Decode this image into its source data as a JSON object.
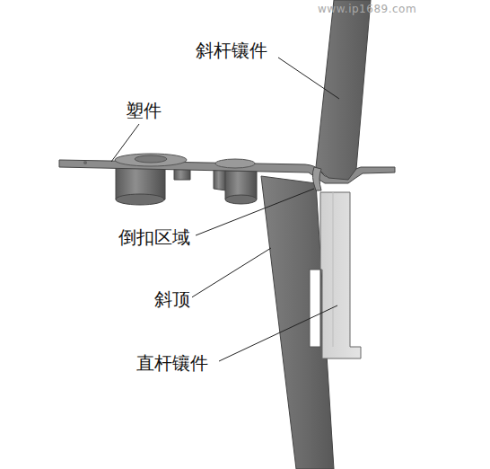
{
  "diagram": {
    "labels": [
      "www.ip1689.com",
      "斜杆镶件",
      "塑件",
      "倒扣区域",
      "斜顶",
      "直杆镶件"
    ]
  }
}
